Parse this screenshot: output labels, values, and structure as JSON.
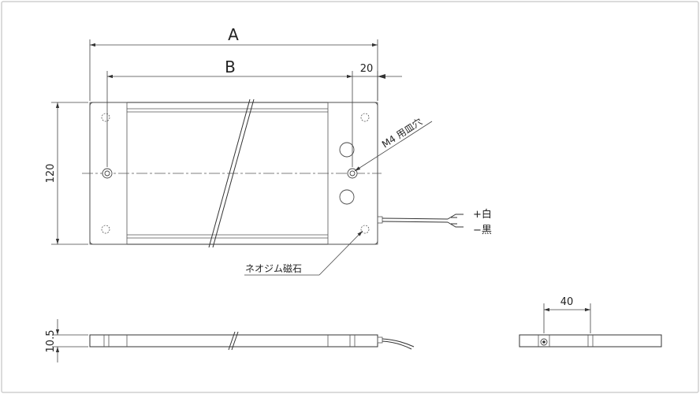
{
  "dimensions": {
    "a": "A",
    "b": "B",
    "d20": "20",
    "d120": "120",
    "d10_5": "10.5",
    "d40": "40"
  },
  "annotations": {
    "mount_hole": "M4 用皿穴",
    "magnet": "ネオジム磁石",
    "wire_plus": "+白",
    "wire_minus": "−黒"
  },
  "colors": {
    "line": "#333333",
    "frame": "#cfcfcf"
  }
}
